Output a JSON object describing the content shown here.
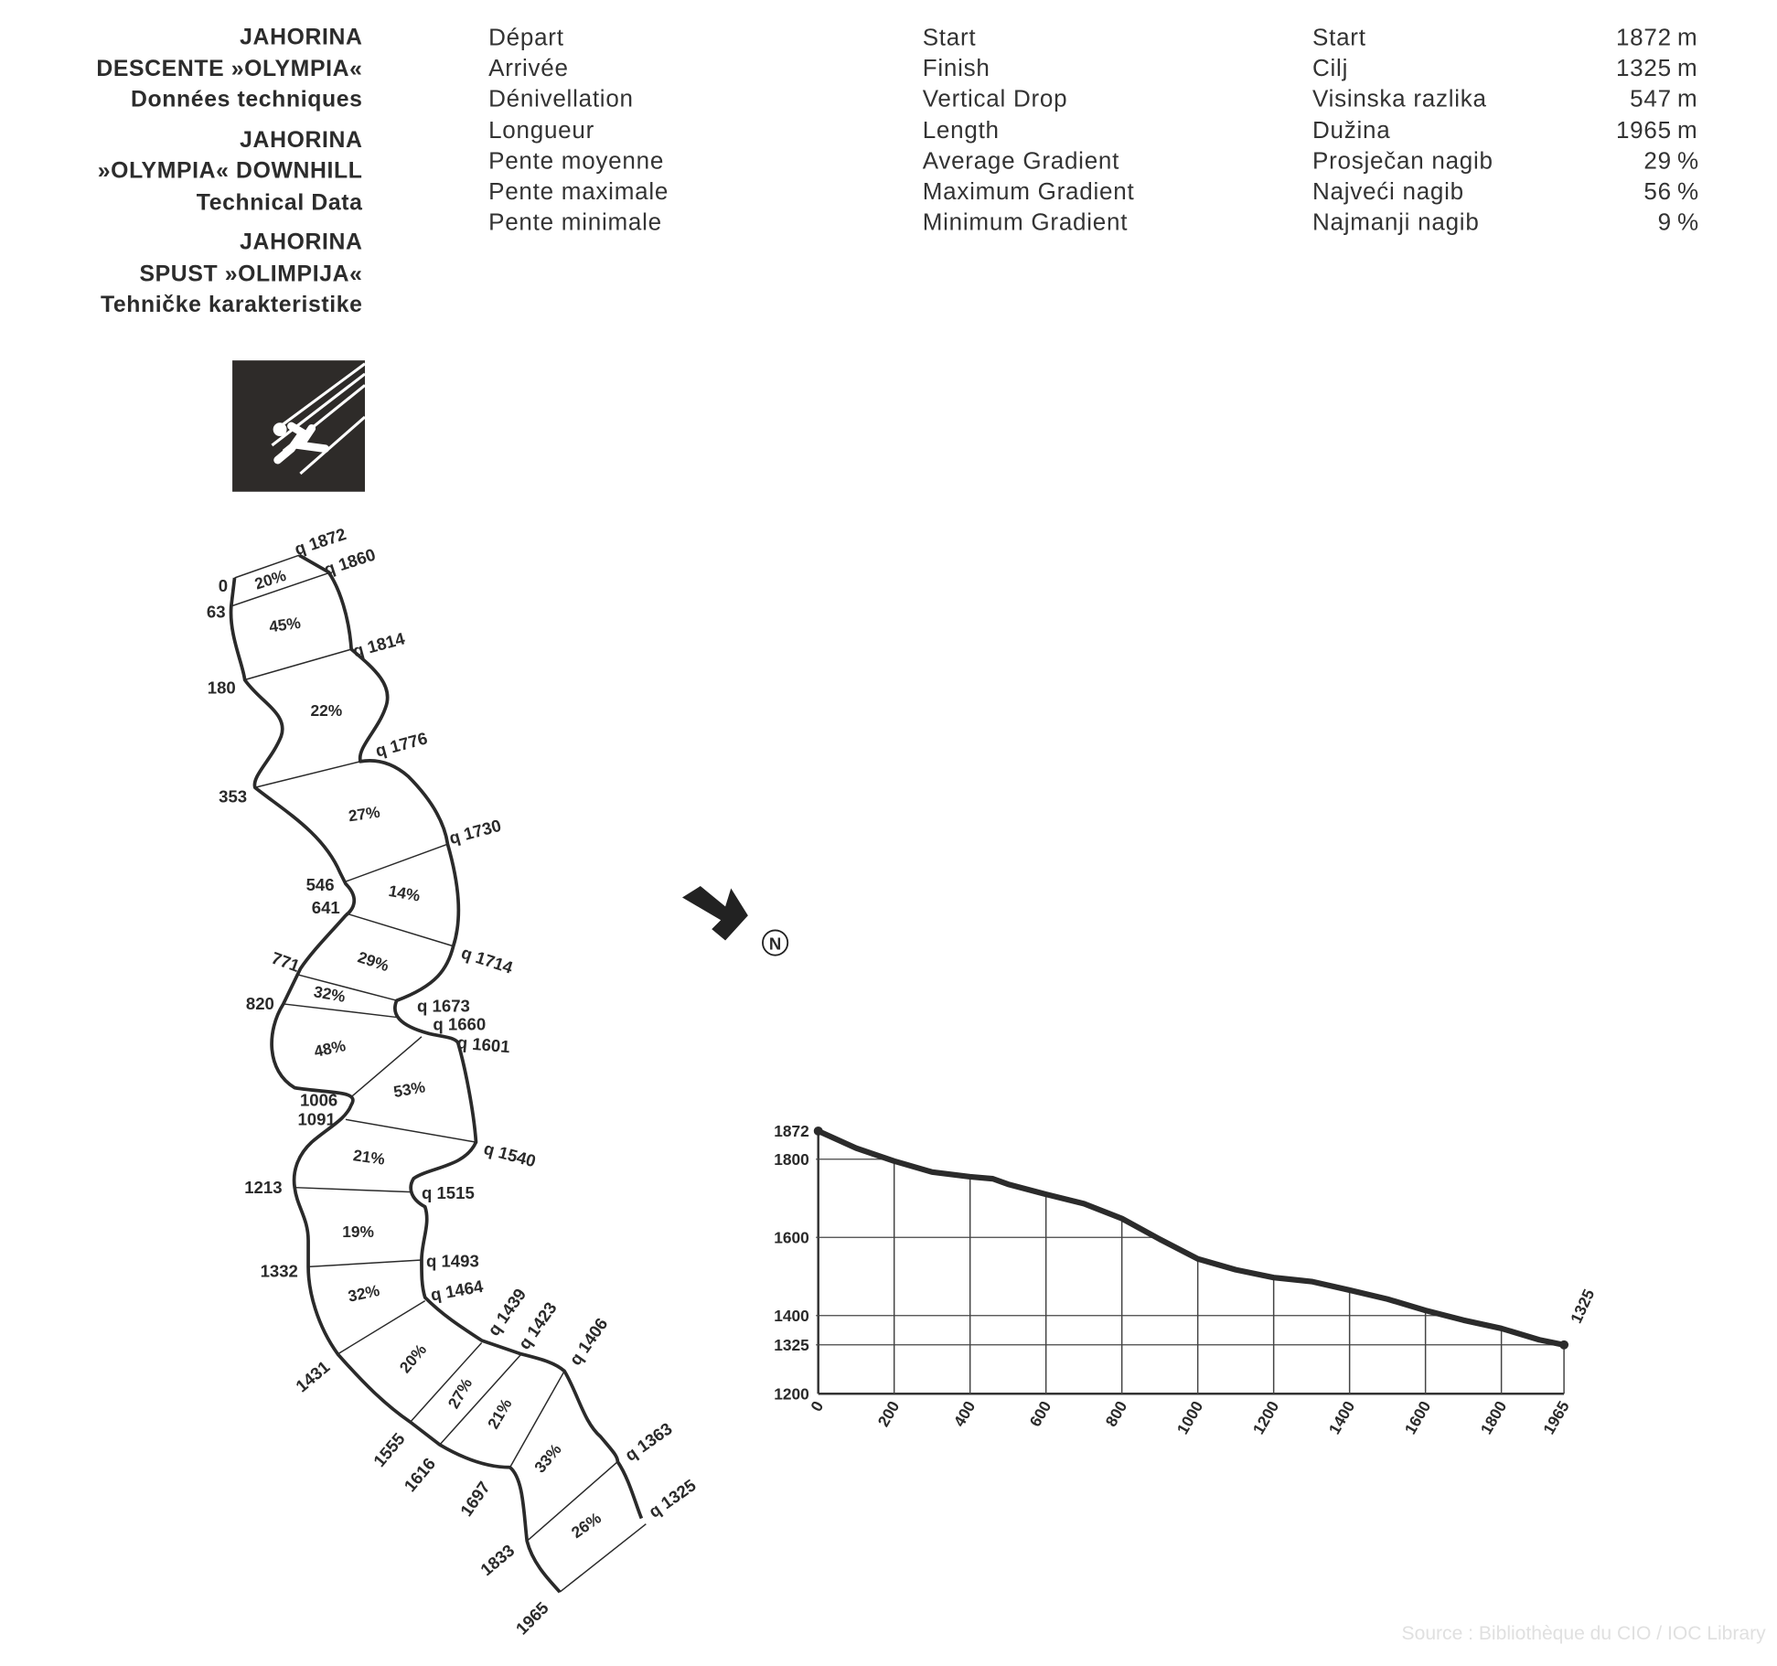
{
  "title_blocks": [
    {
      "line1": "JAHORINA",
      "line2": "DESCENTE »OLYMPIA«",
      "line3": "Données techniques"
    },
    {
      "line1": "JAHORINA",
      "line2": "»OLYMPIA« DOWNHILL",
      "line3": "Technical Data"
    },
    {
      "line1": "JAHORINA",
      "line2": "SPUST »OLIMPIJA«",
      "line3": "Tehničke karakteristike"
    }
  ],
  "technical_data": {
    "french": [
      "Départ",
      "Arrivée",
      "Dénivellation",
      "Longueur",
      "Pente moyenne",
      "Pente maximale",
      "Pente minimale"
    ],
    "english": [
      "Start",
      "Finish",
      "Vertical Drop",
      "Length",
      "Average Gradient",
      "Maximum Gradient",
      "Minimum Gradient"
    ],
    "serbocroatian": [
      "Start",
      "Cilj",
      "Visinska razlika",
      "Dužina",
      "Prosječan nagib",
      "Najveći nagib",
      "Najmanji nagib"
    ],
    "values": [
      "1872",
      "1325",
      "547",
      "1965",
      "29",
      "56",
      "9"
    ],
    "units": [
      "m",
      "m",
      "m",
      "m",
      "%",
      "%",
      "%"
    ]
  },
  "map": {
    "distances": [
      "0",
      "63",
      "180",
      "353",
      "546",
      "641",
      "771",
      "820",
      "1006",
      "1091",
      "1213",
      "1332",
      "1431",
      "1555",
      "1616",
      "1697",
      "1833",
      "1965"
    ],
    "altitudes": [
      "q 1872",
      "q 1860",
      "q 1814",
      "q 1776",
      "q 1730",
      "q 1714",
      "q 1673",
      "q 1660",
      "q 1601",
      "q 1540",
      "q 1515",
      "q 1493",
      "q 1464",
      "q 1439",
      "q 1423",
      "q 1406",
      "q 1363",
      "q 1325"
    ],
    "gradients": [
      "20%",
      "45%",
      "22%",
      "27%",
      "14%",
      "29%",
      "32%",
      "48%",
      "53%",
      "21%",
      "19%",
      "32%",
      "20%",
      "27%",
      "21%",
      "33%",
      "26%"
    ],
    "north_label": "N"
  },
  "chart_data": {
    "type": "line",
    "title": "",
    "xlabel": "",
    "ylabel": "",
    "x": [
      0,
      100,
      200,
      300,
      400,
      460,
      500,
      600,
      700,
      800,
      900,
      1000,
      1100,
      1200,
      1300,
      1400,
      1500,
      1600,
      1700,
      1800,
      1900,
      1965
    ],
    "y": [
      1872,
      1828,
      1795,
      1767,
      1755,
      1750,
      1736,
      1710,
      1686,
      1648,
      1595,
      1545,
      1517,
      1497,
      1487,
      1465,
      1442,
      1413,
      1388,
      1367,
      1338,
      1325
    ],
    "xticks": [
      "0",
      "200",
      "400",
      "600",
      "800",
      "1000",
      "1200",
      "1400",
      "1600",
      "1800",
      "1965"
    ],
    "xtick_values": [
      0,
      200,
      400,
      600,
      800,
      1000,
      1200,
      1400,
      1600,
      1800,
      1965
    ],
    "yticks": [
      "1872",
      "1800",
      "1600",
      "1400",
      "1325",
      "1200"
    ],
    "ytick_values": [
      1872,
      1800,
      1600,
      1400,
      1325,
      1200
    ],
    "end_label": "1325",
    "xlim": [
      0,
      1965
    ],
    "ylim": [
      1200,
      1872
    ],
    "grid": true
  },
  "source": "Source : Bibliothèque du CIO / IOC Library"
}
